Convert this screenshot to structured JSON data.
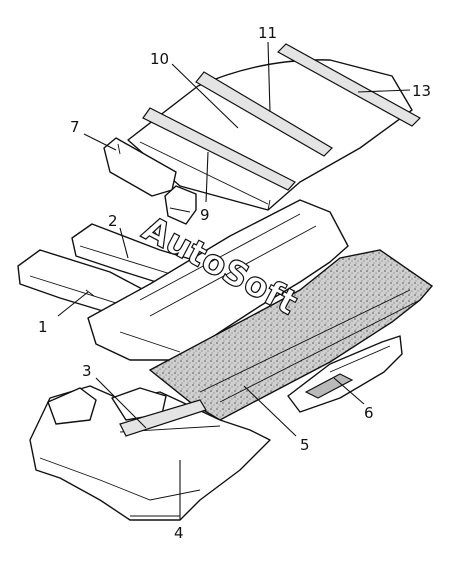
{
  "callouts": {
    "c1": "1",
    "c2": "2",
    "c3": "3",
    "c4": "4",
    "c5": "5",
    "c6": "6",
    "c7": "7",
    "c9": "9",
    "c10": "10",
    "c11": "11",
    "c13": "13"
  },
  "watermark": "AutoSoft"
}
